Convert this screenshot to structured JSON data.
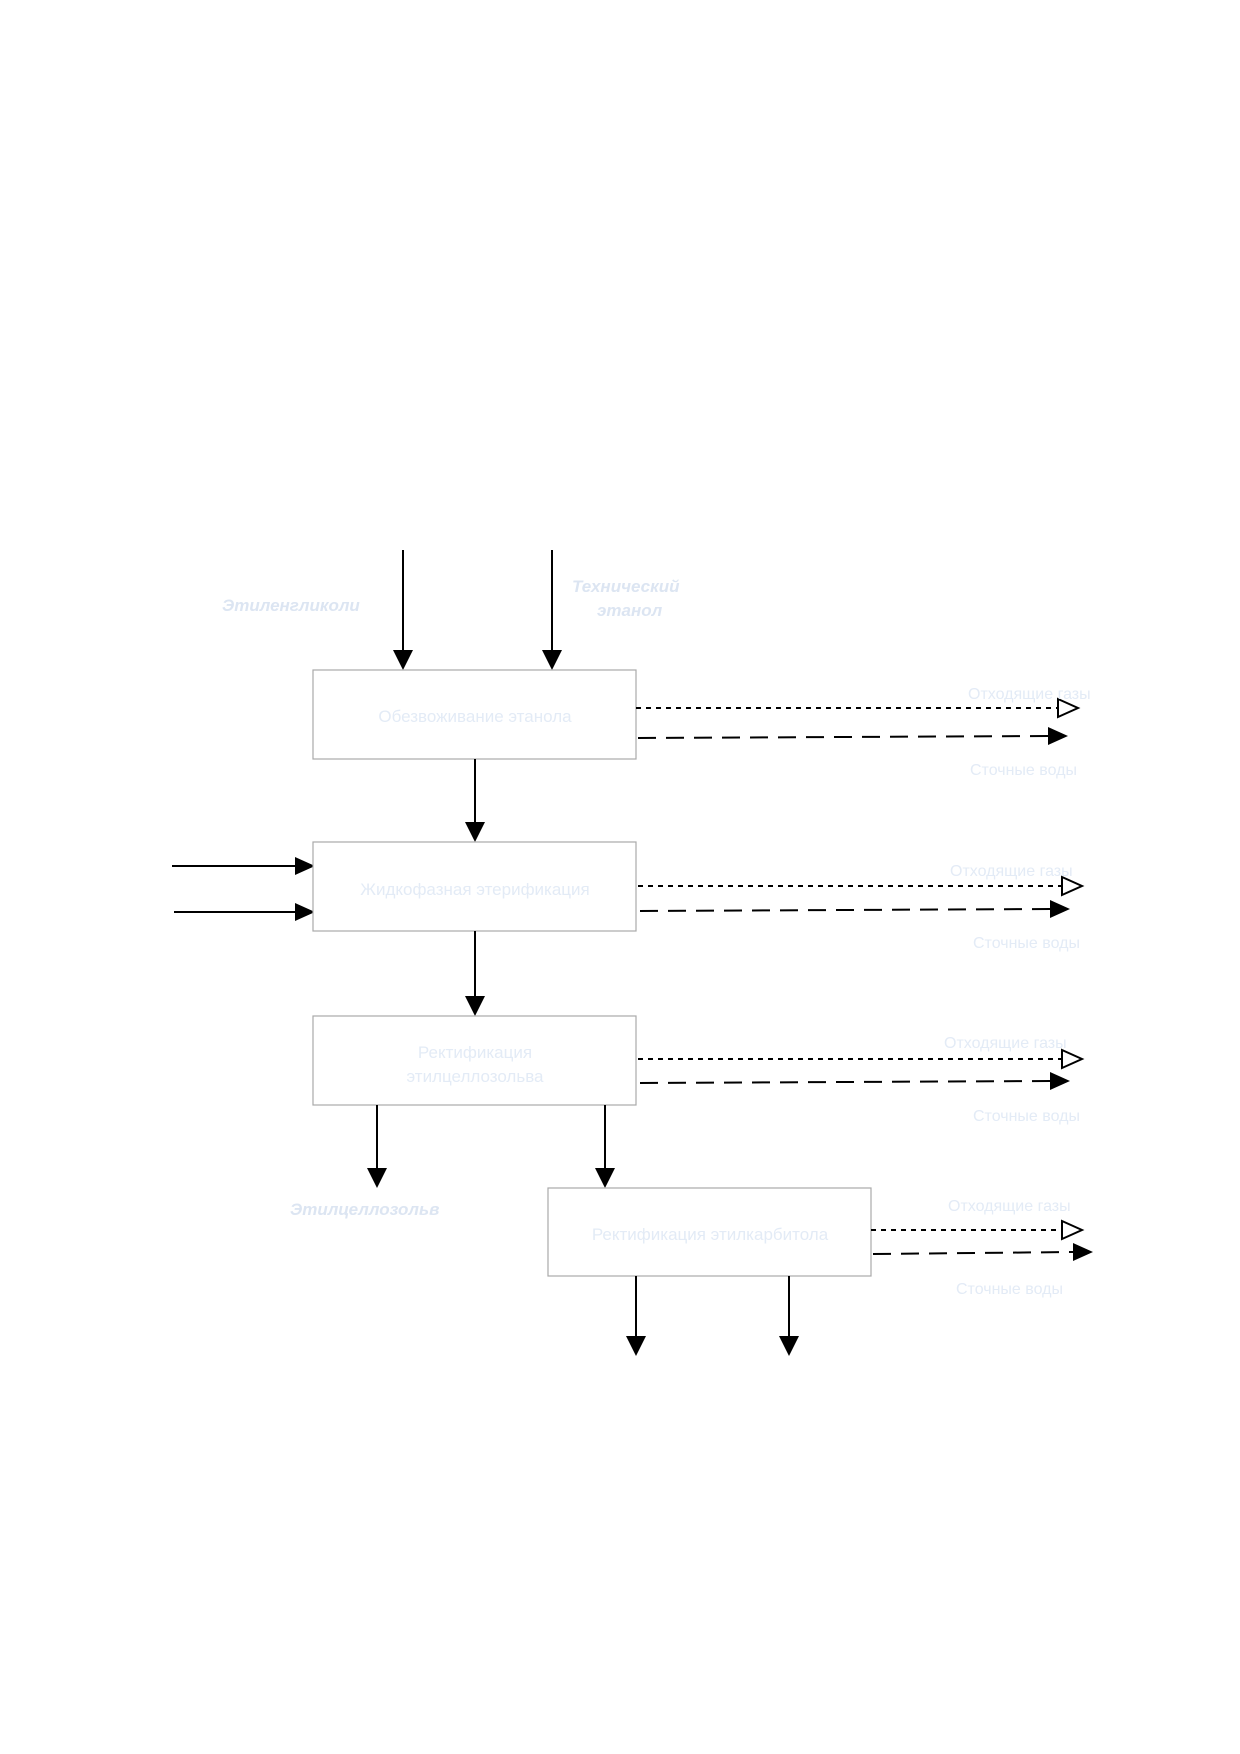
{
  "inputs": {
    "ethylene_glycols": "Этиленгликоли",
    "technical_ethanol": [
      "Технический",
      "этанол"
    ]
  },
  "boxes": [
    {
      "lines": [
        "Обезвоживание этанола"
      ]
    },
    {
      "lines": [
        "Жидкофазная этерификация"
      ]
    },
    {
      "lines": [
        "Ректификация",
        "этилцеллозольва"
      ]
    },
    {
      "lines": [
        "Ректификация этилкарбитола"
      ]
    }
  ],
  "outputs": {
    "exhaust_gases": "Отходящие газы",
    "waste_water": "Сточные воды",
    "ethyl_cellosolve": "Этилцеллозольв"
  },
  "colors": {
    "label": "#e3ebf6",
    "box_border": "#a9a9a9",
    "arrow": "#000000"
  }
}
